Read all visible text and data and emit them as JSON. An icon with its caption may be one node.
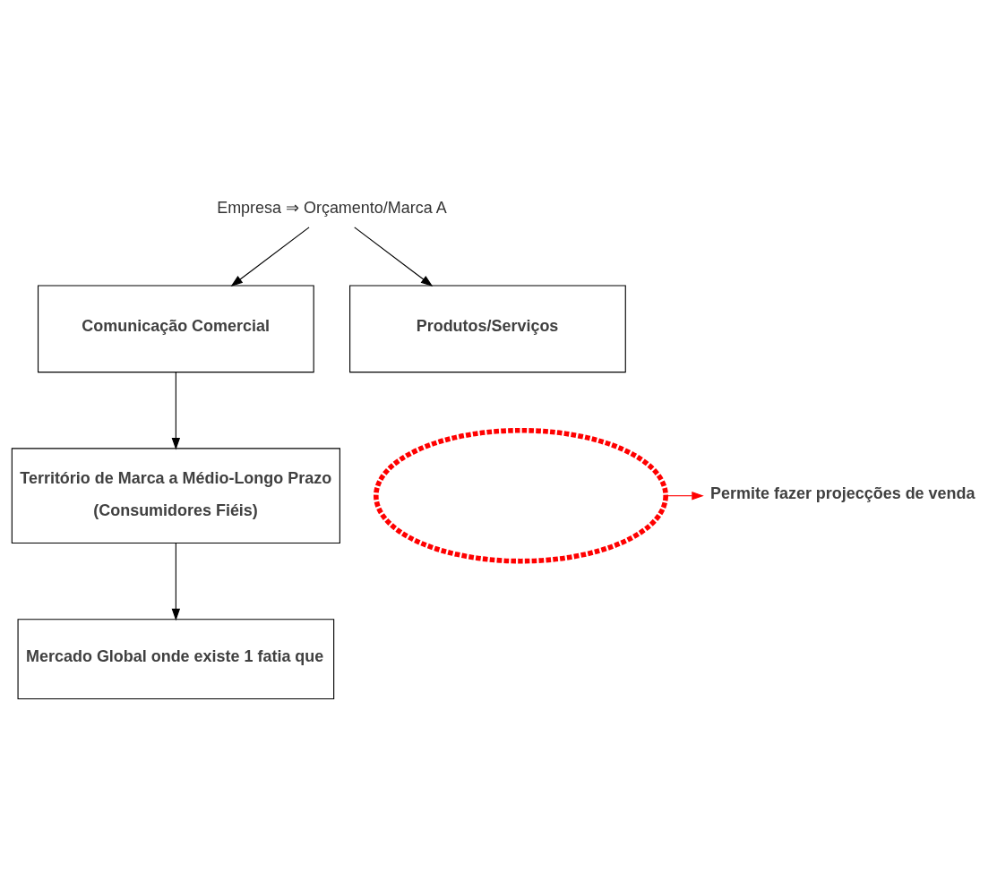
{
  "diagram": {
    "nodes": [
      {
        "text": [
          "Empresa ⇒ Orçamento/Marca A"
        ]
      },
      {
        "text": [
          "Comunicação Comercial"
        ]
      },
      {
        "text": [
          "Produtos/Serviços"
        ]
      },
      {
        "text": [],
        "shape": "ellipse"
      },
      {
        "text": [
          "Território de Marca a Médio-Longo Prazo",
          "(Consumidores Fiéis)"
        ]
      },
      {
        "text": [
          "Permite fazer projecções de venda"
        ]
      },
      {
        "text": [
          "Mercado Global onde existe 1 fatia que"
        ]
      }
    ],
    "edges": [
      {
        "from": 0,
        "to": 1,
        "arrow": "to"
      },
      {
        "from": 0,
        "to": 2,
        "arrow": "to"
      },
      {
        "from": 1,
        "to": 4,
        "arrow": "to"
      },
      {
        "from": 3,
        "to": 5,
        "arrow": "to",
        "color": "#ff0000"
      },
      {
        "from": 4,
        "to": 6,
        "arrow": "to"
      }
    ]
  }
}
